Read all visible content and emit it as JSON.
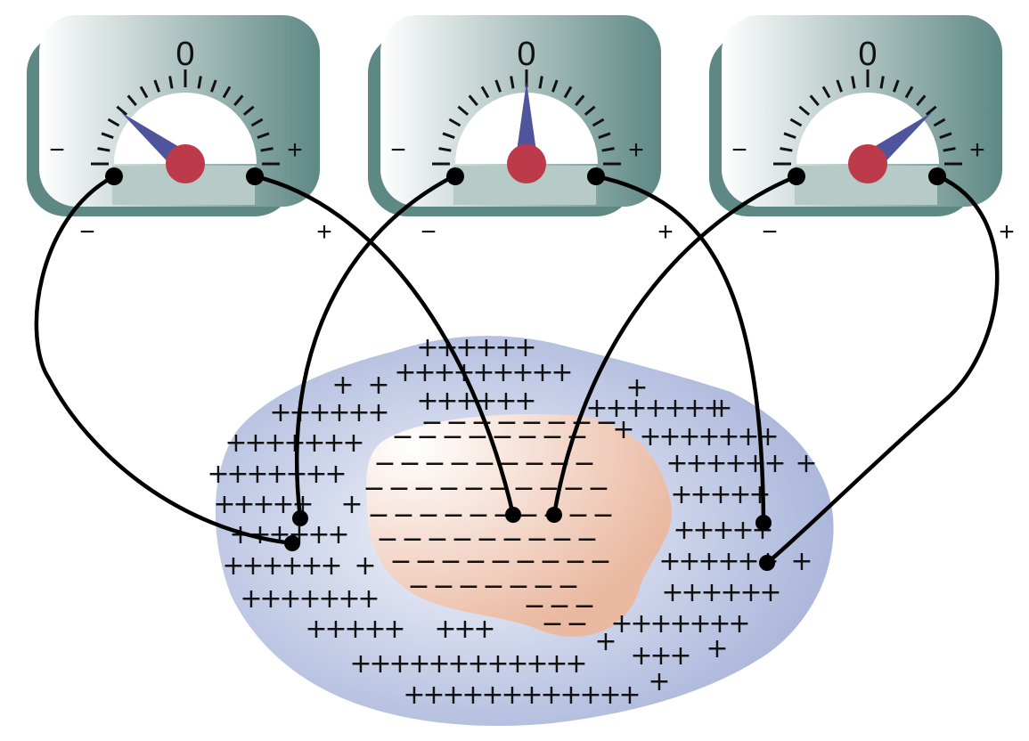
{
  "meters": [
    {
      "zero_label": "0",
      "minus_label": "−",
      "plus_label": "+",
      "terminal_minus": "−",
      "terminal_plus": "+",
      "reading": -0.6
    },
    {
      "zero_label": "0",
      "minus_label": "−",
      "plus_label": "+",
      "terminal_minus": "−",
      "terminal_plus": "+",
      "reading": 0.0
    },
    {
      "zero_label": "0",
      "minus_label": "−",
      "plus_label": "+",
      "terminal_minus": "−",
      "terminal_plus": "+",
      "reading": 0.6
    }
  ],
  "positive_symbol": "+",
  "negative_symbol": "−",
  "colors": {
    "meter_face_light": "#ffffff",
    "meter_face_dark": "#5e8884",
    "meter_shadow": "#5e8884",
    "needle": "#4f559c",
    "hub": "#bd3a4a",
    "outer_region": "#a9b5da",
    "inner_region": "#eab9a1",
    "wire": "#000000"
  }
}
